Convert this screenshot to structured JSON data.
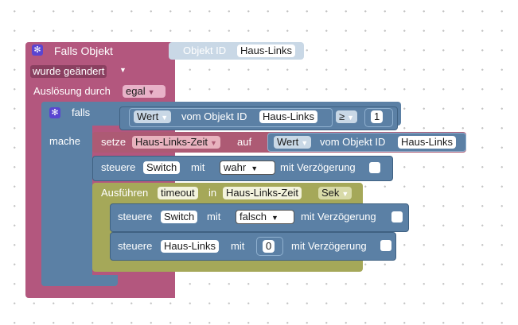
{
  "trigger": {
    "title": "Falls Objekt",
    "object_label": "Objekt ID",
    "object_value": "Haus-Links",
    "changed": "wurde geändert",
    "trigger_by": "Auslösung durch",
    "trigger_by_value": "egal"
  },
  "if_block": {
    "label": "falls",
    "do_label": "mache",
    "cond_value_label": "Wert",
    "cond_of_object": "vom Objekt ID",
    "cond_object": "Haus-Links",
    "operator": "≥",
    "number": "1"
  },
  "set_block": {
    "label": "setze",
    "variable": "Haus-Links-Zeit",
    "to": "auf",
    "value_label": "Wert",
    "of_object": "vom Objekt ID",
    "object": "Haus-Links"
  },
  "control1": {
    "label": "steuere",
    "target": "Switch",
    "with": "mit",
    "value": "wahr",
    "delay": "mit Verzögerung"
  },
  "timeout_block": {
    "label": "Ausführen",
    "name": "timeout",
    "in": "in",
    "variable": "Haus-Links-Zeit",
    "unit": "Sek"
  },
  "control2": {
    "label": "steuere",
    "target": "Switch",
    "with": "mit",
    "value": "falsch",
    "delay": "mit Verzögerung"
  },
  "control3": {
    "label": "steuere",
    "target": "Haus-Links",
    "with": "mit",
    "value": "0",
    "delay": "mit Verzögerung"
  },
  "icons": {
    "gear": "gear-icon",
    "dropdown": "dropdown-arrow-icon"
  },
  "colors": {
    "trigger": "#b3577e",
    "logic": "#5b80a5",
    "variable": "#ad5a74",
    "timeout": "#a5a859",
    "gear": "#5a45d1"
  }
}
